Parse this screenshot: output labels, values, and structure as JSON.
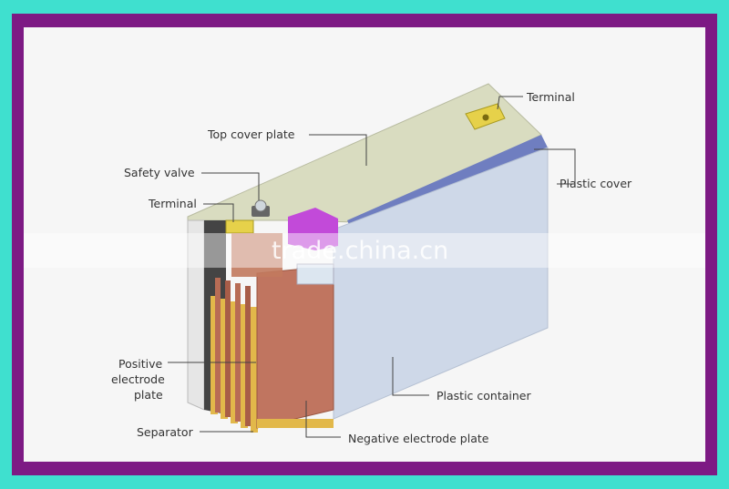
{
  "labels": {
    "terminal_top": "Terminal",
    "top_cover_plate": "Top cover plate",
    "safety_valve": "Safety valve",
    "terminal_left": "Terminal",
    "plastic_cover": "Plastic cover",
    "positive_line1": "Positive",
    "positive_line2": "electrode",
    "positive_line3": "plate",
    "plastic_container": "Plastic container",
    "separator": "Separator",
    "negative_electrode_plate": "Negative electrode plate"
  },
  "watermark": "trade.china.cn",
  "colors": {
    "outer_border": "#3fe0cf",
    "frame": "#7d1a84",
    "background": "#f6f6f6",
    "cover_top": "#d9dcc0",
    "cover_front": "#ced8e8",
    "purple_band": "#6f7ec0",
    "electrode": "#b86c55",
    "separator_gold": "#e2b84a",
    "terminal_gold": "#e6d14a",
    "valve_magenta": "#c24ad9"
  }
}
